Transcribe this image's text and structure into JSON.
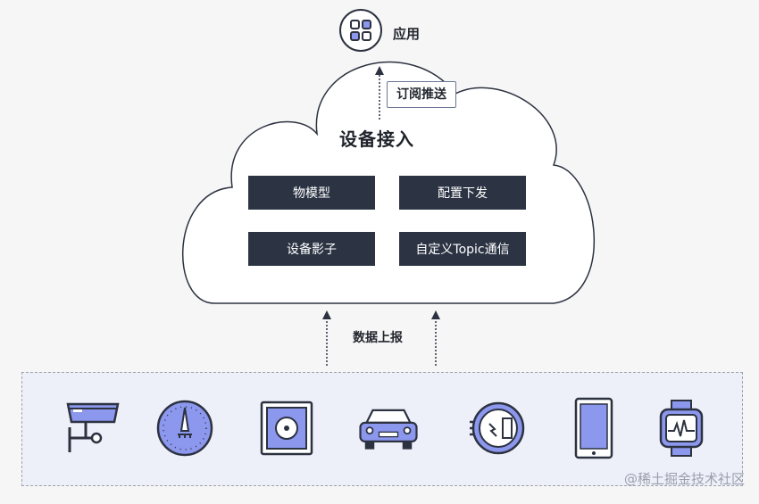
{
  "app": {
    "label": "应用",
    "icon": "grid-icon"
  },
  "subscribe_push": "订阅推送",
  "cloud": {
    "title": "设备接入",
    "capabilities": [
      "物模型",
      "配置下发",
      "设备影子",
      "自定义Topic通信"
    ]
  },
  "data_report": "数据上报",
  "devices": [
    {
      "icon": "security-camera-icon"
    },
    {
      "icon": "compass-icon"
    },
    {
      "icon": "safe-icon"
    },
    {
      "icon": "car-icon"
    },
    {
      "icon": "smart-meter-icon"
    },
    {
      "icon": "tablet-icon"
    },
    {
      "icon": "smartwatch-icon"
    }
  ],
  "watermark": "@稀土掘金技术社区",
  "colors": {
    "dark": "#2c3444",
    "accent": "#8c97ee",
    "panel": "#eef0f9"
  }
}
